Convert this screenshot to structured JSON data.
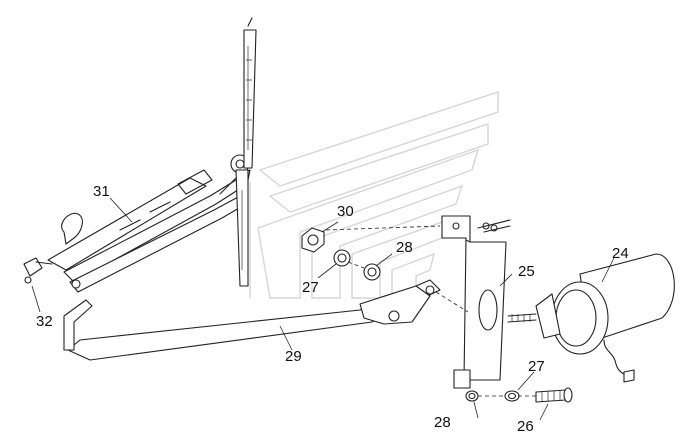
{
  "diagram": {
    "callouts": [
      {
        "id": "c24",
        "label": "24"
      },
      {
        "id": "c25",
        "label": "25"
      },
      {
        "id": "c26",
        "label": "26"
      },
      {
        "id": "c27a",
        "label": "27"
      },
      {
        "id": "c27b",
        "label": "27"
      },
      {
        "id": "c28a",
        "label": "28"
      },
      {
        "id": "c28b",
        "label": "28"
      },
      {
        "id": "c29",
        "label": "29"
      },
      {
        "id": "c30",
        "label": "30"
      },
      {
        "id": "c31",
        "label": "31"
      },
      {
        "id": "c32",
        "label": "32"
      }
    ],
    "parts": [
      "wiper-motor",
      "mounting-bracket",
      "screw",
      "washer",
      "seal-ring",
      "wiper-linkage-rod",
      "nut",
      "wiper-arm",
      "wiper-blade",
      "hose-connector"
    ],
    "colors": {
      "line": "#222222",
      "watermark": "#d6d6d6",
      "background": "#ffffff"
    }
  }
}
